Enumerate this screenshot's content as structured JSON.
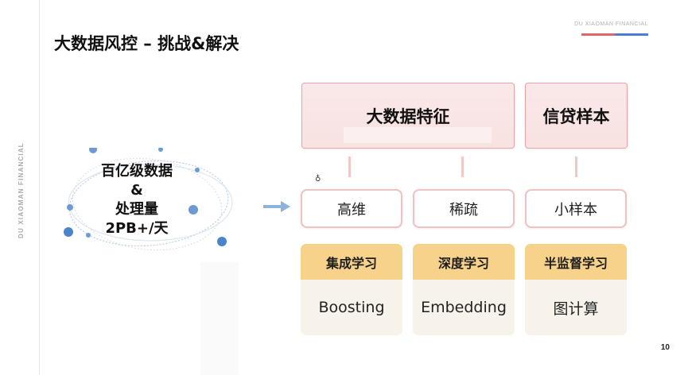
{
  "branding": {
    "name": "DU XIAOMAN FINANCIAL",
    "accent_red": "#e26666",
    "accent_blue": "#4f7bd7"
  },
  "slide": {
    "title": "大数据风控 – 挑战&解决",
    "page_number": "10"
  },
  "left_highlight": {
    "lines": [
      "百亿级数据",
      "&",
      "处理量",
      "2PB+/天"
    ],
    "dot_color": "#5f8fcf",
    "ring_color": "#b7cbe5"
  },
  "pillars": {
    "feature": {
      "label": "大数据特征",
      "properties": [
        "高维",
        "稀疏"
      ],
      "methods": [
        {
          "head": "集成学习",
          "body": "Boosting"
        },
        {
          "head": "深度学习",
          "body": "Embedding"
        }
      ]
    },
    "sample": {
      "label": "信贷样本",
      "properties": [
        "小样本"
      ],
      "methods": [
        {
          "head": "半监督学习",
          "body": "图计算"
        }
      ]
    }
  },
  "colors": {
    "pink_border": "#e9a3a6",
    "pink_fill": "#f8e2e2",
    "gold_head": "#f7d28b",
    "beige_body": "#f7f2ea",
    "arrow": "#8cb3db"
  }
}
